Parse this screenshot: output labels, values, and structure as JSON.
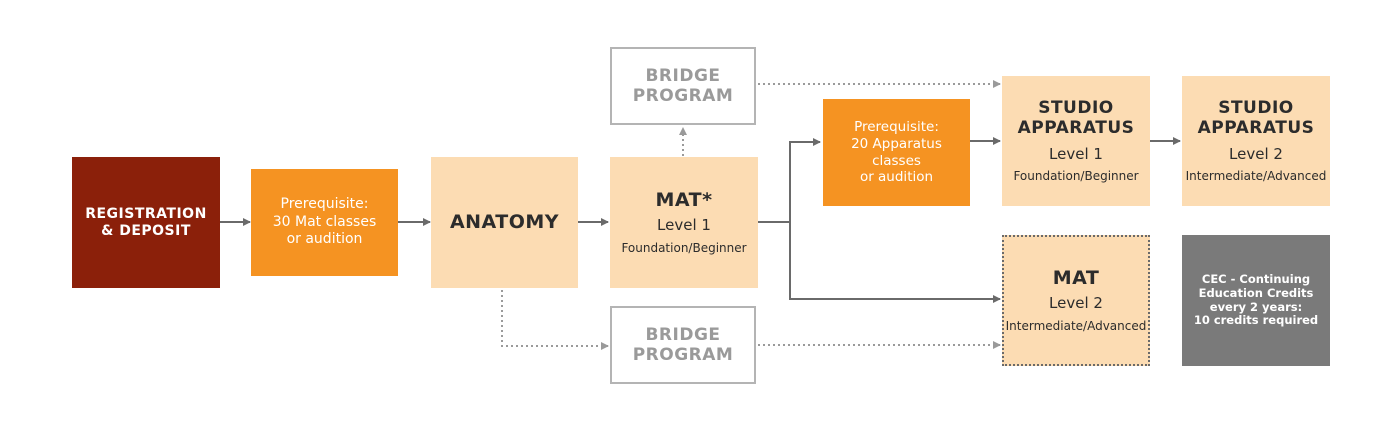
{
  "colors": {
    "registration": "#8b200a",
    "prerequisite": "#f59322",
    "course": "#fcdcb3",
    "bridge_border": "#b4b4b4",
    "cec": "#7a7a7a",
    "connector": "#6a6a6a"
  },
  "nodes": {
    "registration": {
      "line1": "REGISTRATION",
      "line2": "& DEPOSIT"
    },
    "prereq_mat": {
      "line1": "Prerequisite:",
      "line2": "30 Mat classes",
      "line3": "or audition"
    },
    "anatomy": {
      "title": "ANATOMY"
    },
    "mat1": {
      "title": "MAT*",
      "level": "Level 1",
      "subtitle": "Foundation/Beginner"
    },
    "bridge_top": {
      "line1": "BRIDGE",
      "line2": "PROGRAM"
    },
    "bridge_bottom": {
      "line1": "BRIDGE",
      "line2": "PROGRAM"
    },
    "prereq_apparatus": {
      "line1": "Prerequisite:",
      "line2": "20 Apparatus",
      "line3": "classes",
      "line4": "or audition"
    },
    "studio1": {
      "line1": "STUDIO",
      "line2": "APPARATUS",
      "level": "Level 1",
      "subtitle": "Foundation/Beginner"
    },
    "studio2": {
      "line1": "STUDIO",
      "line2": "APPARATUS",
      "level": "Level 2",
      "subtitle": "Intermediate/Advanced"
    },
    "mat2": {
      "title": "MAT",
      "level": "Level 2",
      "subtitle": "Intermediate/Advanced"
    },
    "cec": {
      "line1": "CEC - Continuing",
      "line2": "Education Credits",
      "line3": "every 2 years:",
      "line4": "10 credits required"
    }
  }
}
